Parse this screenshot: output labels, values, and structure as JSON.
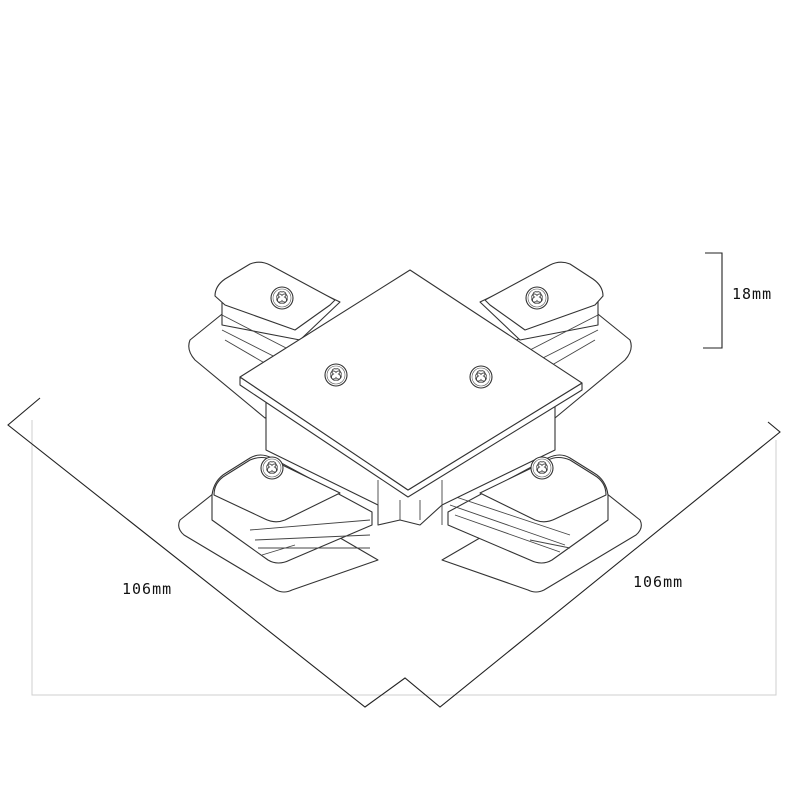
{
  "dimensions": {
    "height_label": "18mm",
    "left_width_label": "106mm",
    "right_width_label": "106mm"
  },
  "colors": {
    "line": "#333333",
    "extension_line": "#cfcfcf",
    "background": "#ffffff"
  }
}
